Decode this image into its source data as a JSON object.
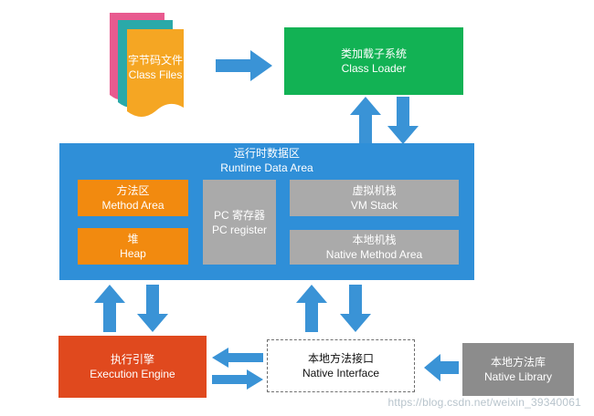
{
  "class_files": {
    "zh": "字节码文件",
    "en": "Class Files"
  },
  "class_loader": {
    "zh": "类加载子系统",
    "en": "Class Loader"
  },
  "runtime_area": {
    "zh": "运行时数据区",
    "en": "Runtime Data Area",
    "method_area": {
      "zh": "方法区",
      "en": "Method Area"
    },
    "heap": {
      "zh": "堆",
      "en": "Heap"
    },
    "pc_register": {
      "zh": "PC 寄存器",
      "en": "PC register"
    },
    "vm_stack": {
      "zh": "虚拟机栈",
      "en": "VM Stack"
    },
    "native_method_area": {
      "zh": "本地机栈",
      "en": "Native Method Area"
    }
  },
  "execution_engine": {
    "zh": "执行引擎",
    "en": "Execution Engine"
  },
  "native_interface": {
    "zh": "本地方法接口",
    "en": "Native Interface"
  },
  "native_library": {
    "zh": "本地方法库",
    "en": "Native Library"
  },
  "watermark": "https://blog.csdn.net/weixin_39340061",
  "colors": {
    "blue": "#2f8fd8",
    "green": "#12b254",
    "orange": "#f28a0f",
    "gray": "#aaaaaa",
    "red": "#e0491e",
    "dark_gray": "#8c8c8c",
    "arrow": "#3a93d6",
    "file_orange": "#f5a623",
    "file_teal": "#2aa9a9",
    "file_pink": "#e85a8f"
  }
}
